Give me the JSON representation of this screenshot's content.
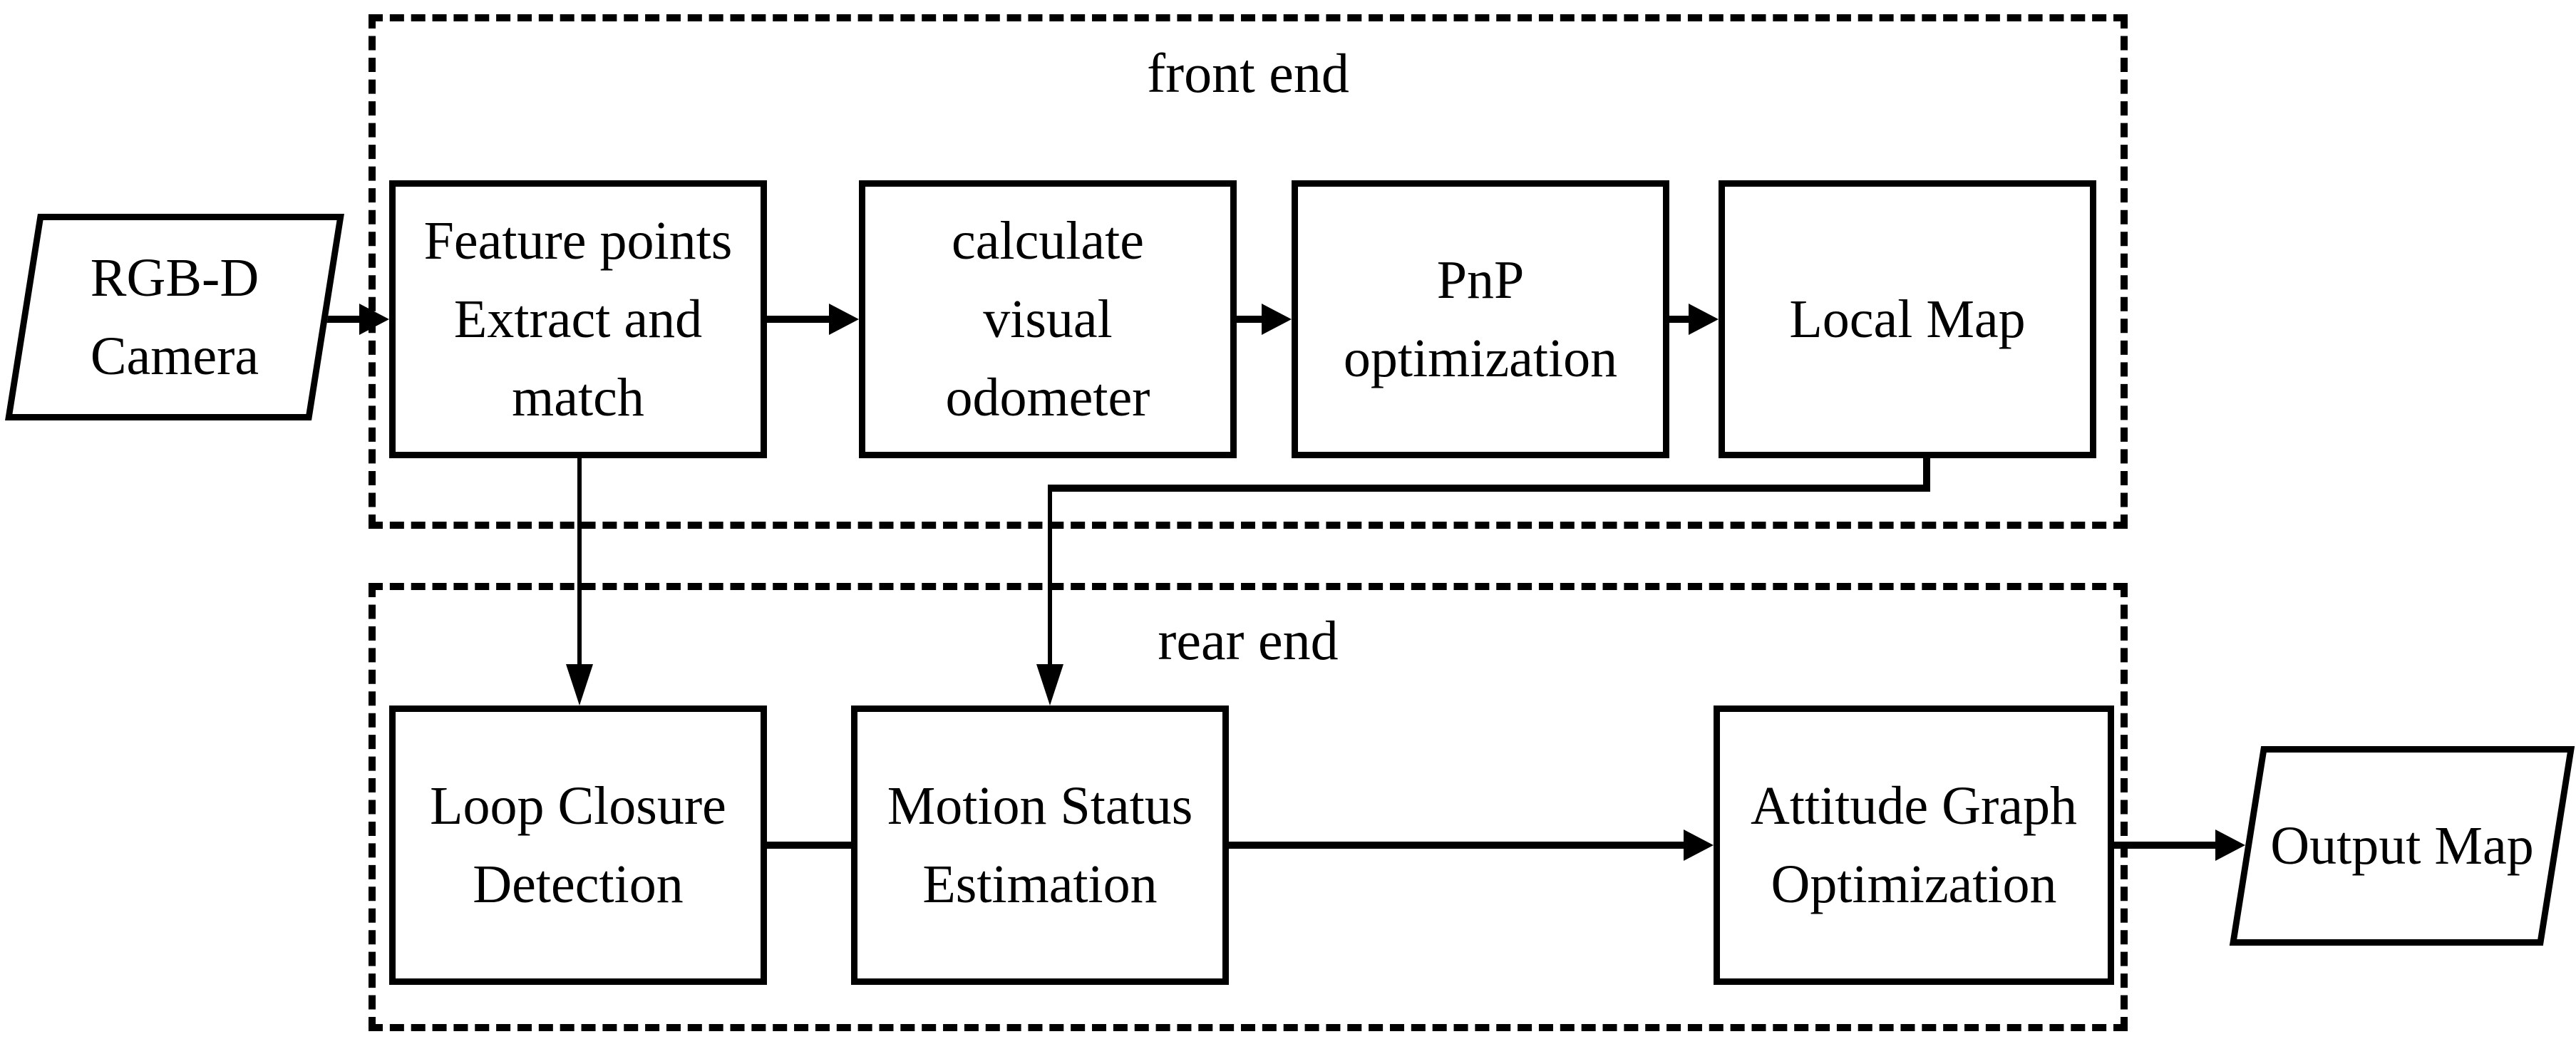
{
  "sections": {
    "front_end": {
      "label": "front end"
    },
    "rear_end": {
      "label": "rear end"
    }
  },
  "nodes": {
    "rgbd_camera": {
      "shape": "parallelogram",
      "lines": [
        "RGB-D",
        "Camera"
      ]
    },
    "feature_points": {
      "shape": "rectangle",
      "lines": [
        "Feature points",
        "Extract and",
        "match"
      ]
    },
    "visual_odometer": {
      "shape": "rectangle",
      "lines": [
        "calculate",
        "visual",
        "odometer"
      ]
    },
    "pnp_optimization": {
      "shape": "rectangle",
      "lines": [
        "PnP",
        "optimization"
      ]
    },
    "local_map": {
      "shape": "rectangle",
      "lines": [
        "Local Map"
      ]
    },
    "loop_closure": {
      "shape": "rectangle",
      "lines": [
        "Loop Closure",
        "Detection"
      ]
    },
    "motion_status": {
      "shape": "rectangle",
      "lines": [
        "Motion Status",
        "Estimation"
      ]
    },
    "attitude_graph": {
      "shape": "rectangle",
      "lines": [
        "Attitude Graph",
        "Optimization"
      ]
    },
    "output_map": {
      "shape": "parallelogram",
      "lines": [
        "Output Map"
      ]
    }
  },
  "connections": [
    {
      "from": "rgbd_camera",
      "to": "feature_points",
      "arrow": true
    },
    {
      "from": "feature_points",
      "to": "visual_odometer",
      "arrow": true
    },
    {
      "from": "visual_odometer",
      "to": "pnp_optimization",
      "arrow": true
    },
    {
      "from": "pnp_optimization",
      "to": "local_map",
      "arrow": true
    },
    {
      "from": "feature_points",
      "to": "loop_closure",
      "arrow": true
    },
    {
      "from": "local_map",
      "to": "motion_status",
      "arrow": true
    },
    {
      "from": "loop_closure",
      "to": "motion_status",
      "arrow": false
    },
    {
      "from": "motion_status",
      "to": "attitude_graph",
      "arrow": true
    },
    {
      "from": "attitude_graph",
      "to": "output_map",
      "arrow": true
    }
  ],
  "colors": {
    "line": "#000000",
    "background": "#ffffff",
    "node_fill": "#ffffff"
  }
}
